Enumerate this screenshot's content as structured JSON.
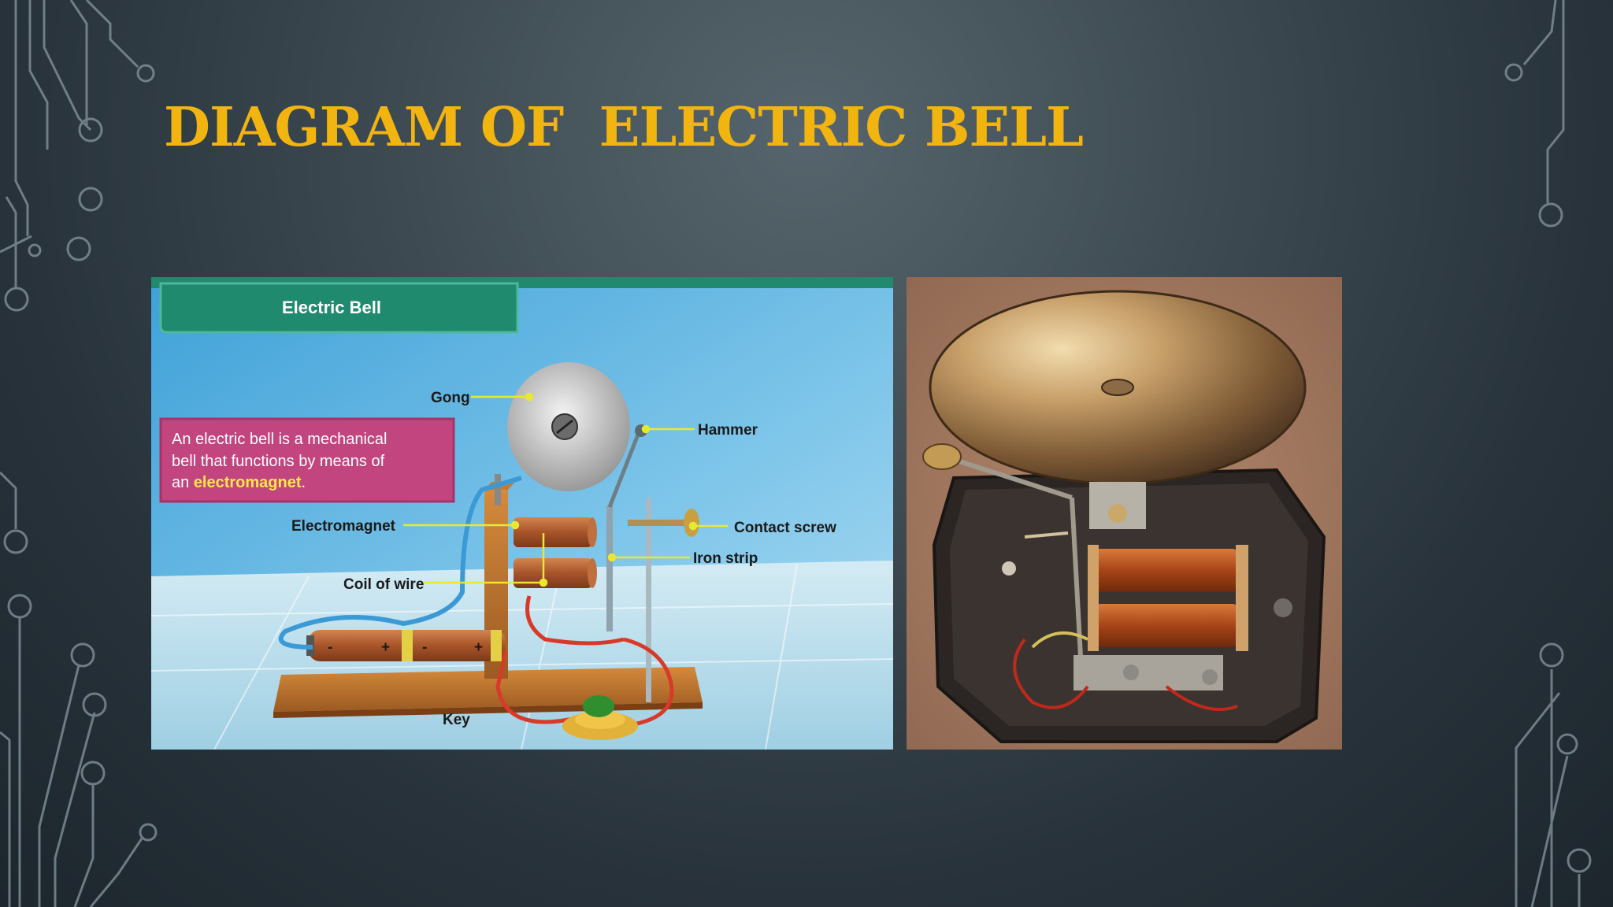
{
  "slide": {
    "title": "DIAGRAM OF  ELECTRIC BELL",
    "title_color": "#f2b40f"
  },
  "diagram": {
    "header": "Electric Bell",
    "info": {
      "line1": "An electric bell is a mechanical",
      "line2": "bell that functions by means of",
      "line3_prefix": "an ",
      "line3_highlight": "electromagnet",
      "line3_suffix": "."
    },
    "labels": {
      "gong": "Gong",
      "hammer": "Hammer",
      "electromagnet": "Electromagnet",
      "contact_screw": "Contact screw",
      "iron_strip": "Iron strip",
      "coil_of_wire": "Coil of wire",
      "key": "Key"
    },
    "battery_signs": {
      "minus1": "-",
      "plus1": "+",
      "minus2": "-",
      "plus2": "+"
    },
    "colors": {
      "header_green": "#1f8a6e",
      "info_pink": "#c2457f",
      "label_line": "#e8e832",
      "wire_blue": "#3b9ad6",
      "wire_red": "#d83a2a"
    }
  },
  "photo": {
    "subject": "bell-photo"
  },
  "decor": {
    "icon": "circuit-trace-icon",
    "line_color": "#8b9ca6"
  }
}
